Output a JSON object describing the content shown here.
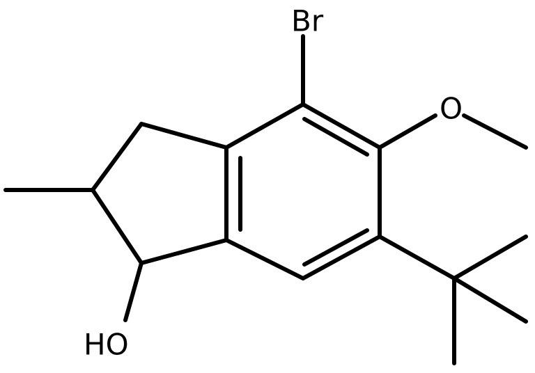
{
  "molecule": {
    "labels": {
      "bromine": "Br",
      "ether_oxygen": "O",
      "hydroxyl": "HO"
    }
  }
}
